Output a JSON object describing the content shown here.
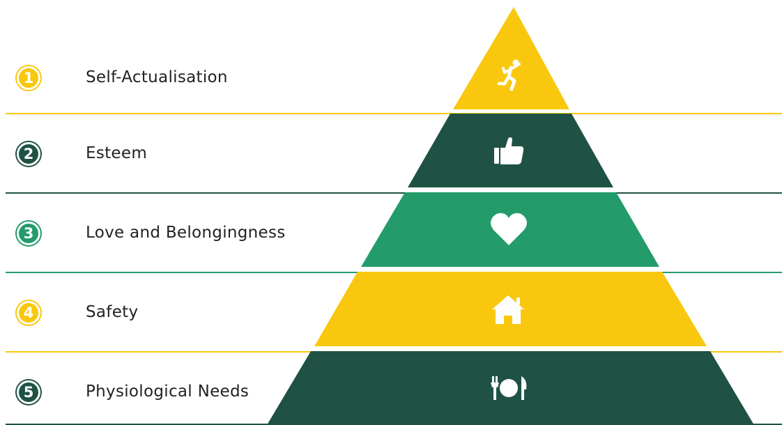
{
  "colors": {
    "yellow": "#F9C80E",
    "dark_green": "#1F5244",
    "mid_green": "#239B6A",
    "white": "#FFFFFF",
    "text": "#222222"
  },
  "levels": [
    {
      "number": "1",
      "label": "Self-Actualisation",
      "color": "#F9C80E",
      "icon": "climbing-person-icon"
    },
    {
      "number": "2",
      "label": "Esteem",
      "color": "#1F5244",
      "icon": "thumbs-up-icon"
    },
    {
      "number": "3",
      "label": "Love and Belongingness",
      "color": "#239B6A",
      "icon": "heart-icon"
    },
    {
      "number": "4",
      "label": "Safety",
      "color": "#F9C80E",
      "icon": "house-icon"
    },
    {
      "number": "5",
      "label": "Physiological Needs",
      "color": "#1F5244",
      "icon": "fork-plate-knife-icon"
    }
  ]
}
